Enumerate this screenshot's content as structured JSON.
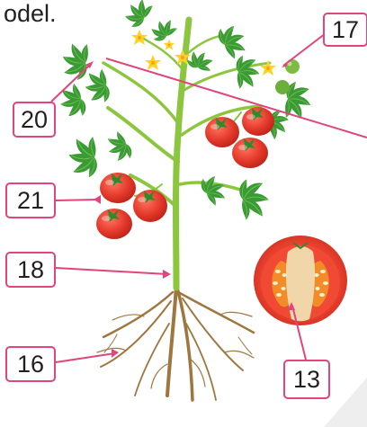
{
  "heading_fragment": "odel.",
  "labels": [
    {
      "id": "label-17",
      "text": "17",
      "points_to": "flower"
    },
    {
      "id": "label-20",
      "text": "20",
      "points_to": "leaf"
    },
    {
      "id": "label-21",
      "text": "21",
      "points_to": "fruit"
    },
    {
      "id": "label-18",
      "text": "18",
      "points_to": "stem"
    },
    {
      "id": "label-16",
      "text": "16",
      "points_to": "root"
    },
    {
      "id": "label-13",
      "text": "13",
      "points_to": "seed"
    }
  ],
  "colors": {
    "label_border": "#e0457b",
    "pointer_line": "#e0457b",
    "stem": "#8cc63f",
    "leaf": "#3a9a35",
    "leaf_light": "#6cc04a",
    "fruit": "#e53a2c",
    "fruit_dark": "#c4251b",
    "flower": "#ffd21f",
    "root": "#a0763f",
    "tomato_flesh": "#f0d6a8",
    "tomato_gel": "#f28c28",
    "seed": "#f7f0c8"
  }
}
